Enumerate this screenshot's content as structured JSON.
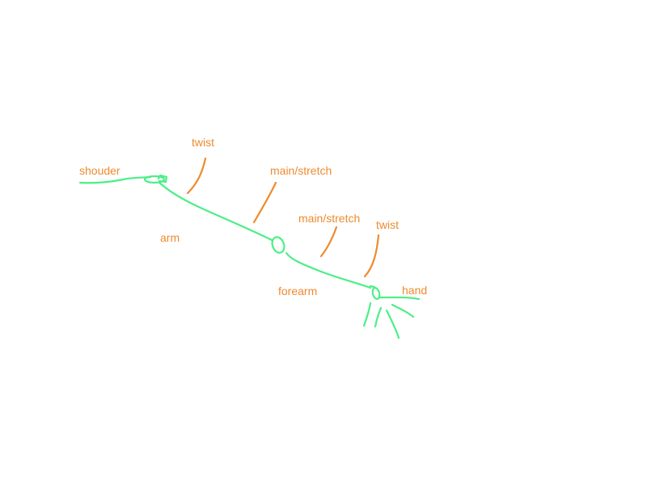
{
  "colors": {
    "bone": "#4cef87",
    "annotation": "#ef8a2e",
    "background": "#ffffff"
  },
  "labels": {
    "shoulder": "shouder",
    "twist_upper": "twist",
    "main_stretch_upper": "main/stretch",
    "arm": "arm",
    "main_stretch_lower": "main/stretch",
    "twist_lower": "twist",
    "forearm": "forearm",
    "hand": "hand"
  }
}
